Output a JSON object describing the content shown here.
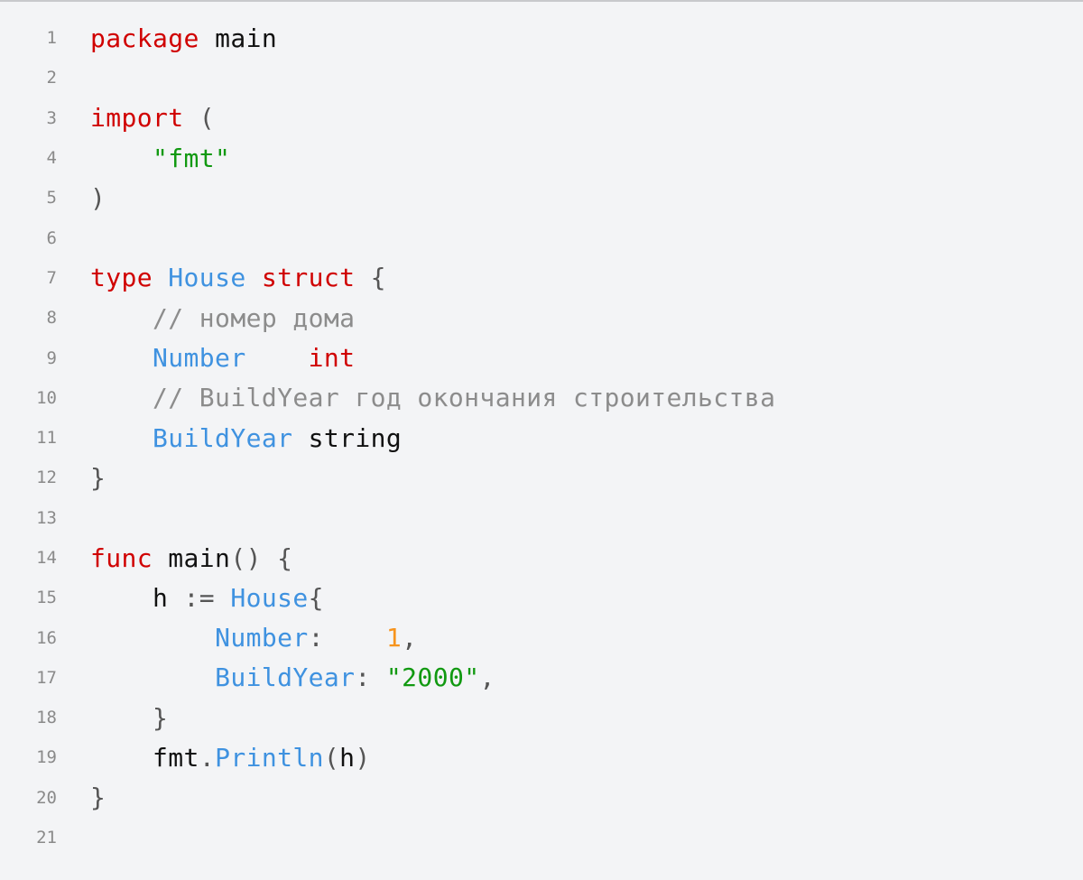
{
  "editor": {
    "language": "go",
    "lines": [
      {
        "n": "1",
        "tokens": [
          [
            "kw",
            "package"
          ],
          [
            "id",
            " main"
          ]
        ]
      },
      {
        "n": "2",
        "tokens": []
      },
      {
        "n": "3",
        "tokens": [
          [
            "kw",
            "import"
          ],
          [
            "p",
            " ("
          ]
        ]
      },
      {
        "n": "4",
        "tokens": [
          [
            "id",
            "    "
          ],
          [
            "str",
            "\"fmt\""
          ]
        ]
      },
      {
        "n": "5",
        "tokens": [
          [
            "p",
            ")"
          ]
        ]
      },
      {
        "n": "6",
        "tokens": []
      },
      {
        "n": "7",
        "tokens": [
          [
            "kw",
            "type"
          ],
          [
            "id",
            " "
          ],
          [
            "ty",
            "House"
          ],
          [
            "id",
            " "
          ],
          [
            "kw",
            "struct"
          ],
          [
            "p",
            " {"
          ]
        ]
      },
      {
        "n": "8",
        "tokens": [
          [
            "id",
            "    "
          ],
          [
            "cm",
            "// номер дома"
          ]
        ]
      },
      {
        "n": "9",
        "tokens": [
          [
            "id",
            "    "
          ],
          [
            "ty",
            "Number"
          ],
          [
            "id",
            "    "
          ],
          [
            "kw",
            "int"
          ]
        ]
      },
      {
        "n": "10",
        "tokens": [
          [
            "id",
            "    "
          ],
          [
            "cm",
            "// BuildYear год окончания строительства"
          ]
        ]
      },
      {
        "n": "11",
        "tokens": [
          [
            "id",
            "    "
          ],
          [
            "ty",
            "BuildYear"
          ],
          [
            "id",
            " string"
          ]
        ]
      },
      {
        "n": "12",
        "tokens": [
          [
            "p",
            "}"
          ]
        ]
      },
      {
        "n": "13",
        "tokens": []
      },
      {
        "n": "14",
        "tokens": [
          [
            "kw",
            "func"
          ],
          [
            "id",
            " main"
          ],
          [
            "p",
            "() {"
          ]
        ]
      },
      {
        "n": "15",
        "tokens": [
          [
            "id",
            "    h "
          ],
          [
            "p",
            ":="
          ],
          [
            "id",
            " "
          ],
          [
            "ty",
            "House"
          ],
          [
            "p",
            "{"
          ]
        ]
      },
      {
        "n": "16",
        "tokens": [
          [
            "id",
            "        "
          ],
          [
            "ty",
            "Number"
          ],
          [
            "p",
            ":"
          ],
          [
            "id",
            "    "
          ],
          [
            "num",
            "1"
          ],
          [
            "p",
            ","
          ]
        ]
      },
      {
        "n": "17",
        "tokens": [
          [
            "id",
            "        "
          ],
          [
            "ty",
            "BuildYear"
          ],
          [
            "p",
            ":"
          ],
          [
            "id",
            " "
          ],
          [
            "str",
            "\"2000\""
          ],
          [
            "p",
            ","
          ]
        ]
      },
      {
        "n": "18",
        "tokens": [
          [
            "id",
            "    "
          ],
          [
            "p",
            "}"
          ]
        ]
      },
      {
        "n": "19",
        "tokens": [
          [
            "id",
            "    fmt"
          ],
          [
            "p",
            "."
          ],
          [
            "ty",
            "Println"
          ],
          [
            "p",
            "("
          ],
          [
            "id",
            "h"
          ],
          [
            "p",
            ")"
          ]
        ]
      },
      {
        "n": "20",
        "tokens": [
          [
            "p",
            "}"
          ]
        ]
      },
      {
        "n": "21",
        "tokens": []
      }
    ]
  },
  "colors": {
    "background": "#f3f4f6",
    "keyword": "#d00000",
    "type_identifier": "#3f92e0",
    "string": "#119911",
    "number": "#f7941d",
    "comment": "#8c8c8c",
    "line_number": "#8a8a8a"
  }
}
